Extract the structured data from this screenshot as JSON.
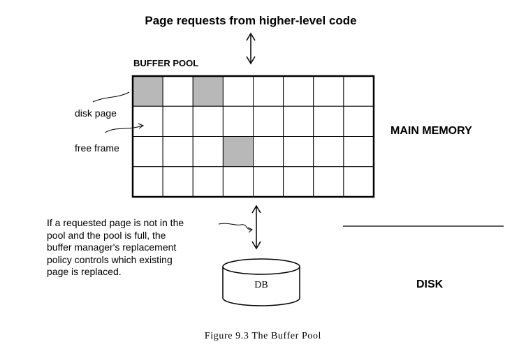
{
  "header": {
    "title": "Page requests from higher-level code"
  },
  "pool": {
    "label": "BUFFER POOL",
    "rows": 4,
    "cols": 8,
    "occupied": [
      [
        0,
        0
      ],
      [
        0,
        2
      ],
      [
        2,
        3
      ]
    ]
  },
  "labels": {
    "disk_page": "disk page",
    "free_frame": "free frame",
    "main_memory": "MAIN MEMORY",
    "disk": "DISK"
  },
  "note": {
    "lines": [
      "If a requested page is not in the",
      "pool and the pool is full, the",
      "buffer manager's replacement",
      "policy controls which existing",
      "page is replaced."
    ]
  },
  "database": {
    "label": "DB"
  },
  "caption": "Figure 9.3   The Buffer Pool"
}
